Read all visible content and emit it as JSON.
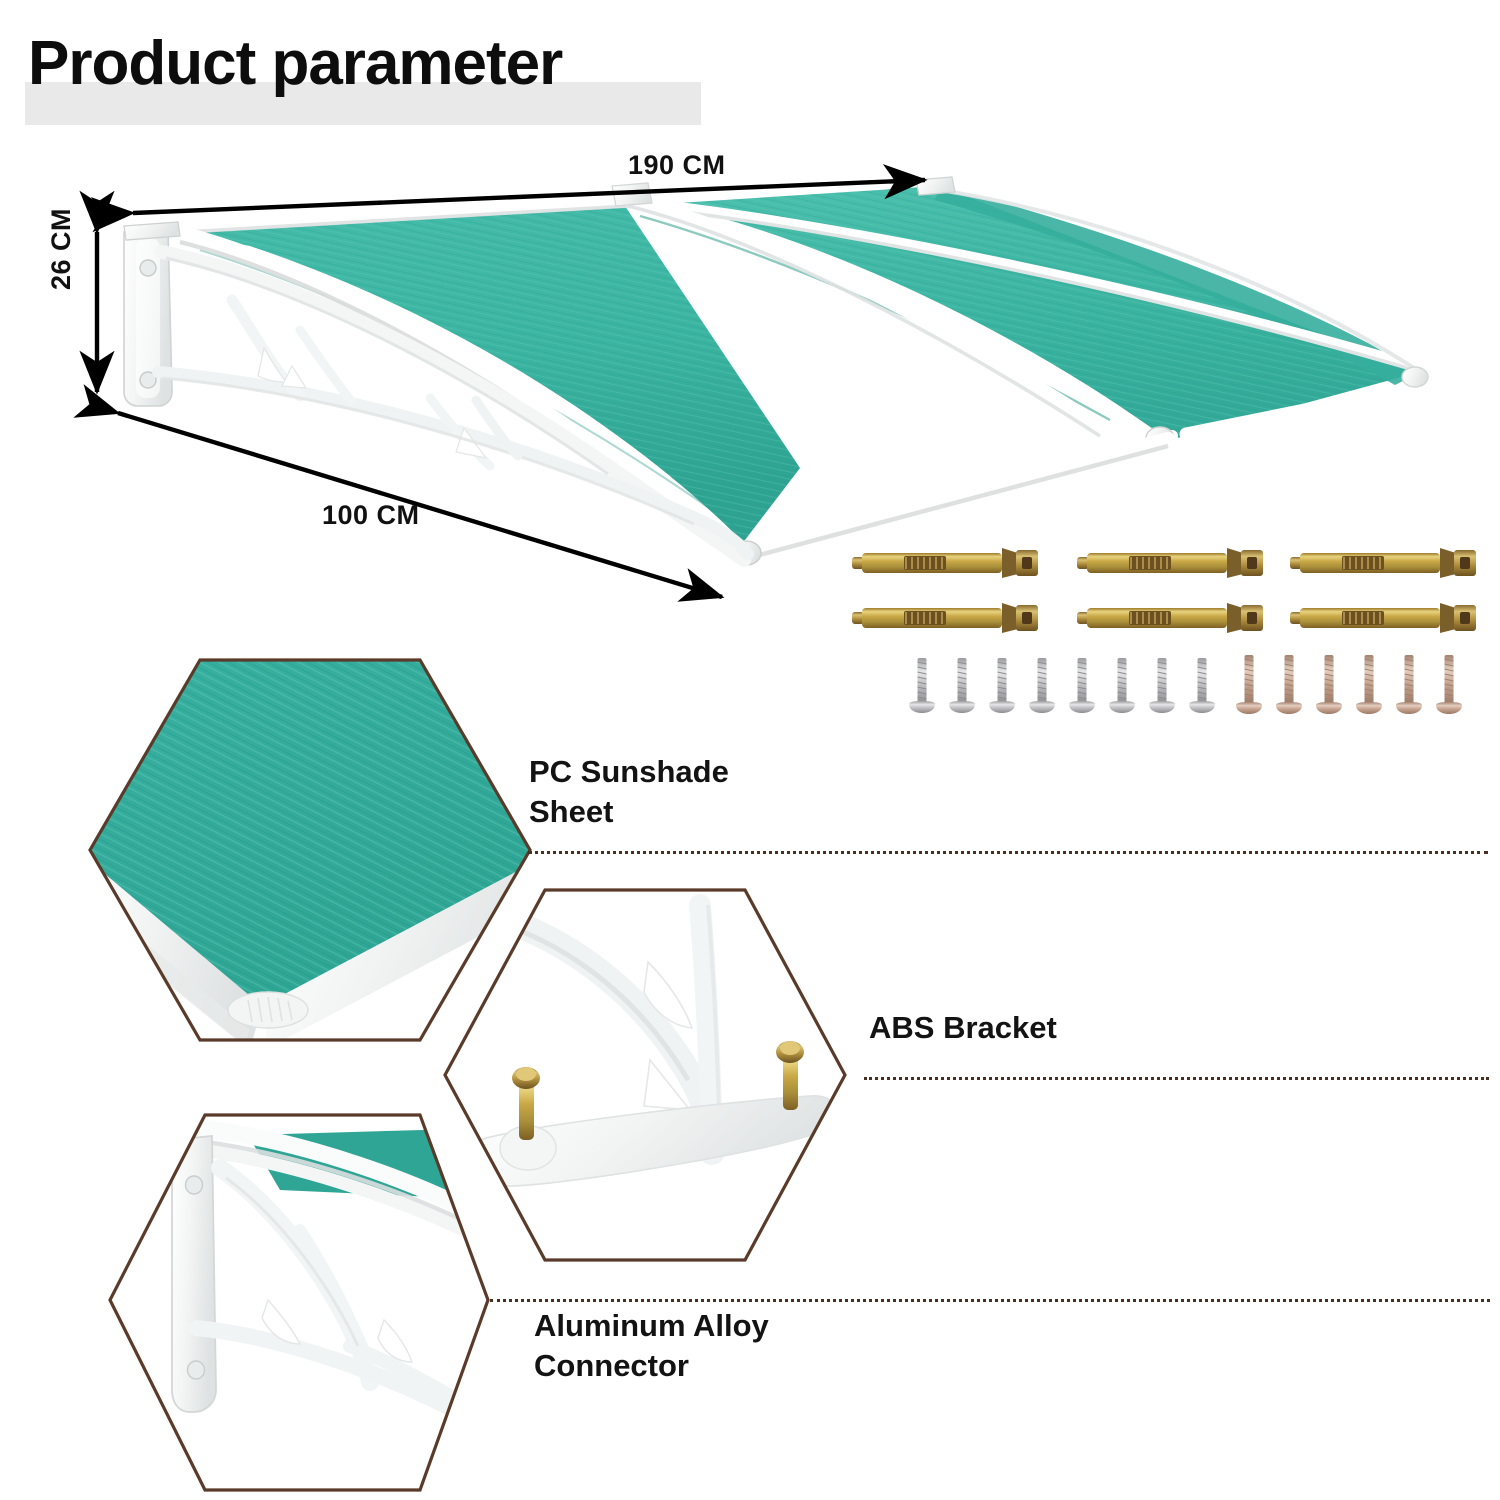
{
  "page": {
    "title": "Product parameter",
    "background": "#ffffff",
    "title_band_color": "#e9e9e9"
  },
  "colors": {
    "sheet_teal": "#3cb5a2",
    "sheet_teal_dark": "#239585",
    "sheet_teal_light": "#57c6b4",
    "frame_white": "#fbfbfb",
    "frame_shadow": "#d6d8d8",
    "hex_outline": "#5a3b2a",
    "leader_dots": "#4a2e20",
    "arrow_black": "#000000",
    "bolt_gold": "#c8a43c",
    "bolt_gold_dark": "#8d6b1d",
    "screw_silver": "#c9c9cb",
    "screw_bronze": "#c3a394",
    "text_black": "#111111"
  },
  "dimensions": {
    "width": {
      "value": "190 CM",
      "axis": "width-top"
    },
    "height": {
      "value": "26 CM",
      "axis": "height-left"
    },
    "depth": {
      "value": "100 CM",
      "axis": "depth-diagonal"
    }
  },
  "hero": {
    "name": "door-canopy-awning",
    "description": "White framed arched door canopy with teal polycarbonate sunshade panels"
  },
  "hardware": {
    "anchor_bolts": {
      "name": "expansion-anchor-bolt",
      "count": 6,
      "rows": 2,
      "per_row": 3,
      "color": "#c8a43c"
    },
    "screws_silver": {
      "name": "silver-screw",
      "count": 8,
      "color": "#c9c9cb"
    },
    "screws_bronze": {
      "name": "bronze-screw",
      "count": 6,
      "color": "#c3a394"
    }
  },
  "callouts": [
    {
      "id": "pc-sunshade-sheet",
      "label": "PC Sunshade\n   Sheet",
      "leader": "below-text"
    },
    {
      "id": "abs-bracket",
      "label": "ABS Bracket",
      "leader": "below-text"
    },
    {
      "id": "aluminum-alloy-connector",
      "label": "Aluminum Alloy\n    Connector",
      "leader": "above-text"
    }
  ],
  "detail_hexagons": [
    {
      "id": "hex-pc-sheet",
      "content": "Close-up of ribbed teal polycarbonate sunshade sheet with white frame edge"
    },
    {
      "id": "hex-abs-bracket",
      "content": "Close-up of white ABS bracket foot with two brass bolts"
    },
    {
      "id": "hex-alu-connector",
      "content": "Close-up of white wall bracket and aluminum alloy connector rail"
    }
  ]
}
